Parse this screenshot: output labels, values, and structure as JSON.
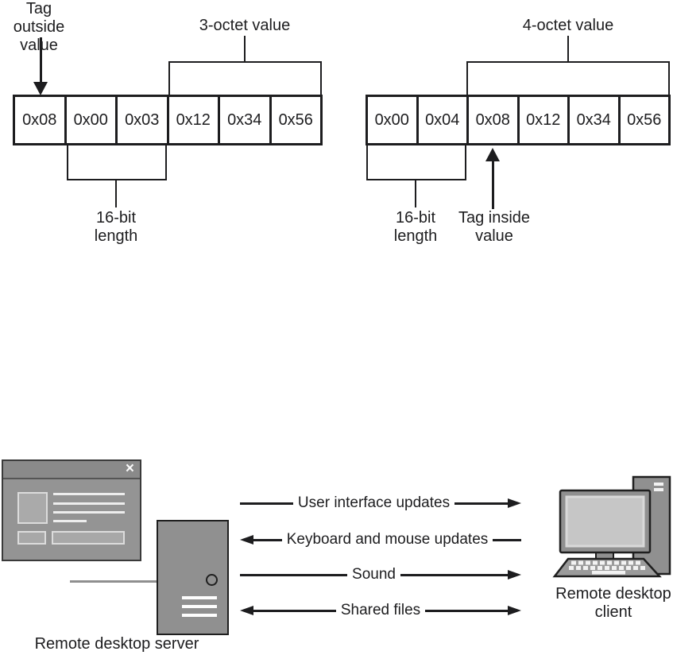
{
  "tlv_left": {
    "tag_outside_label": "Tag outside\nvalue",
    "value_bracket_label": "3-octet value",
    "length_bracket_label": "16-bit\nlength",
    "bytes": [
      "0x08",
      "0x00",
      "0x03",
      "0x12",
      "0x34",
      "0x56"
    ]
  },
  "tlv_right": {
    "value_bracket_label": "4-octet value",
    "length_bracket_label": "16-bit\nlength",
    "tag_inside_label": "Tag inside\nvalue",
    "bytes": [
      "0x00",
      "0x04",
      "0x08",
      "0x12",
      "0x34",
      "0x56"
    ]
  },
  "rdp_diagram": {
    "server_label": "Remote desktop server",
    "client_label": "Remote desktop\nclient",
    "window_close_glyph": "×",
    "channels": [
      {
        "label": "User interface updates",
        "direction": "server-to-client"
      },
      {
        "label": "Keyboard and mouse updates",
        "direction": "client-to-server"
      },
      {
        "label": "Sound",
        "direction": "server-to-client"
      },
      {
        "label": "Shared files",
        "direction": "bidirectional"
      }
    ]
  },
  "colors": {
    "ink": "#1d1d1f",
    "gray_fill": "#919191",
    "light_gray_fill": "#aaaaaa",
    "highlight": "#ededed",
    "screen_gray": "#c6c6c6"
  }
}
